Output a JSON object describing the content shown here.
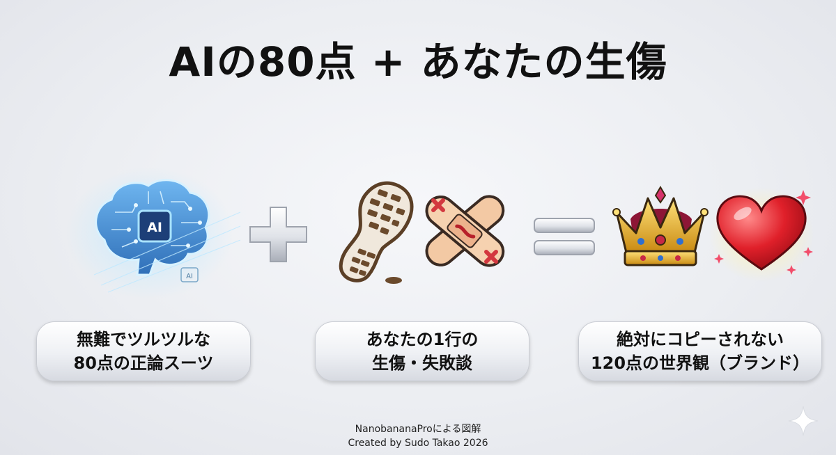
{
  "title": "AIの80点 + あなたの生傷",
  "brain_icon_label": "AI",
  "brain_chip_small_label": "AI",
  "captions": [
    {
      "line1": "無難でツルツルな",
      "line2": "80点の正論スーツ"
    },
    {
      "line1": "あなたの1行の",
      "line2": "生傷・失敗談"
    },
    {
      "line1": "絶対にコピーされない",
      "line2": "120点の世界観（ブランド）"
    }
  ],
  "footer": {
    "line1": "NanobananaProによる図解",
    "line2": "Created by Sudo Takao 2026"
  },
  "icons": [
    "brain-icon",
    "plus-icon",
    "boot-print-icon",
    "bandage-icon",
    "equals-icon",
    "crown-icon",
    "heart-icon",
    "sparkle-icon"
  ],
  "colors": {
    "text": "#111111",
    "brain_glow": "#7fd3ff",
    "heart_red": "#e0202a",
    "crown_gold": "#e8b530"
  }
}
